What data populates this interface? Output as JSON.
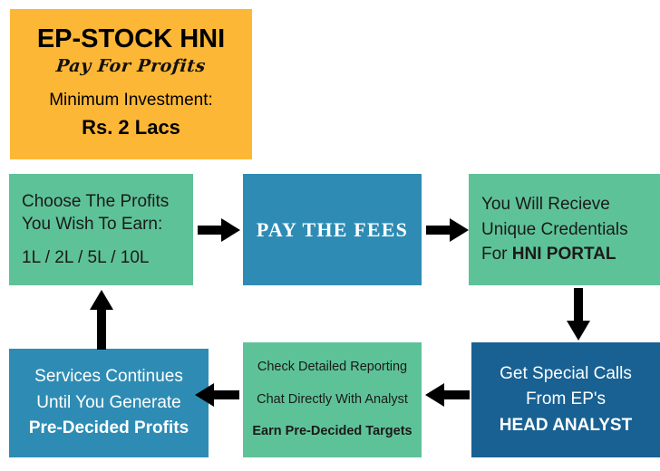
{
  "header": {
    "title": "EP-STOCK HNI",
    "tagline": "Pay For Profits",
    "min_investment_label": "Minimum Investment:",
    "min_investment_value": "Rs. 2 Lacs"
  },
  "flow": {
    "choose": {
      "line1": "Choose The Profits",
      "line2": "You Wish To Earn:",
      "line3": "1L / 2L / 5L / 10L"
    },
    "pay": {
      "label": "PAY THE FEES"
    },
    "credentials": {
      "line1": "You Will Recieve",
      "line2": "Unique Credentials",
      "line3_prefix": "For ",
      "line3_strong": "HNI PORTAL"
    },
    "calls": {
      "line1": "Get Special Calls",
      "line2": "From EP's",
      "line3": "HEAD ANALYST"
    },
    "reporting": {
      "line1": "Check Detailed Reporting",
      "line2": "Chat Directly With Analyst",
      "line3": "Earn Pre-Decided Targets"
    },
    "services": {
      "line1": "Services Continues",
      "line2": "Until You Generate",
      "line3": "Pre-Decided Profits"
    }
  },
  "arrows": {
    "choose_to_pay": "arrow-right",
    "pay_to_credentials": "arrow-right",
    "credentials_to_calls": "arrow-down",
    "calls_to_reporting": "arrow-left",
    "reporting_to_services": "arrow-left",
    "services_to_choose": "arrow-up"
  },
  "colors": {
    "orange": "#fdb736",
    "green": "#5ec298",
    "teal_blue": "#2e8cb4",
    "dark_blue": "#186192",
    "arrow_black": "#000000",
    "background": "#ffffff"
  }
}
